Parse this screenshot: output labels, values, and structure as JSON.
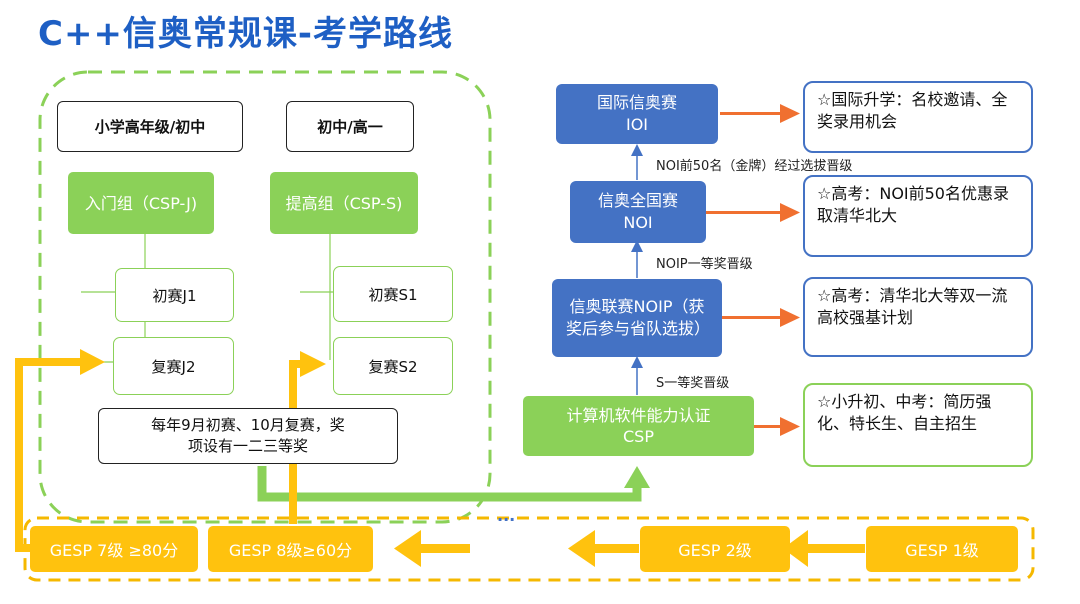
{
  "title": "C++信奥常规课-考学路线",
  "left_panel": {
    "col1_header": "小学高年级/初中",
    "col2_header": "初中/高一",
    "group_j": "入门组（CSP-J)",
    "group_s": "提高组（CSP-S)",
    "j1": "初赛J1",
    "j2": "复赛J2",
    "s1": "初赛S1",
    "s2": "复赛S2",
    "note": "每年9月初赛、10月复赛，奖项设有一二三等奖"
  },
  "path": {
    "ioi": "国际信奥赛IOI",
    "noi": "信奥全国赛NOI",
    "noip": "信奥联赛NOIP（获奖后参与省队选拔）",
    "csp": "计算机软件能力认证CSP",
    "label_noi_to_ioi": "NOI前50名（金牌）经过选拔晋级",
    "label_noip_to_noi": "NOIP一等奖晋级",
    "label_csp_to_noip": "S一等奖晋级"
  },
  "results": {
    "ioi": "☆国际升学：名校邀请、全奖录用机会",
    "noi": "☆高考：NOI前50名优惠录取清华北大",
    "noip": "☆高考：清华北大等双一流高校强基计划",
    "csp": "☆小升初、中考：简历强化、特长生、自主招生"
  },
  "gesp": {
    "g7": "GESP 7级 ≥80分",
    "g8": "GESP 8级≥60分",
    "g2": "GESP 2级",
    "g1": "GESP 1级",
    "ellipsis": "..."
  },
  "colors": {
    "title_blue": "#1e5fc4",
    "green": "#8bd158",
    "blue": "#4472c4",
    "orange": "#f07030",
    "yellow": "#ffc20e",
    "dash_green": "#8bd158",
    "dash_yellow": "#f5b800"
  }
}
